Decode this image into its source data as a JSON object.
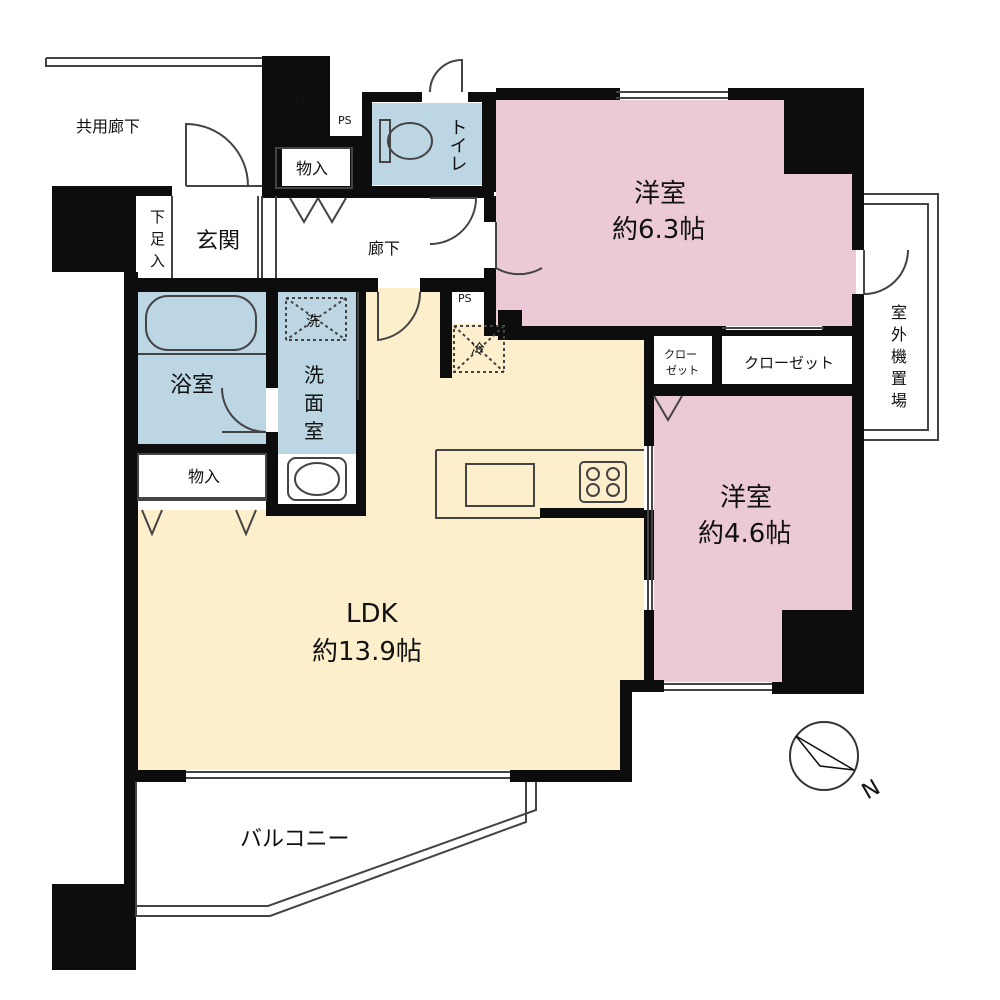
{
  "colors": {
    "wall": "#0d0d0d",
    "bedroom": "#ecc9d6",
    "ldk": "#fdefcc",
    "wet": "#bcd6e4",
    "floor_white": "#ffffff",
    "line": "#444444"
  },
  "rooms": {
    "common_corridor": "共用廊下",
    "mb": "MB",
    "ps_top": "PS",
    "ps_mid": "PS",
    "toilet": "トイレ",
    "storage_top": "物入",
    "entrance": "玄関",
    "shoe_box_1": "下",
    "shoe_box_2": "足",
    "shoe_box_3": "入",
    "hallway": "廊下",
    "bedroom1_name": "洋室",
    "bedroom1_size": "約6.3帖",
    "outdoor_unit_1": "室",
    "outdoor_unit_2": "外",
    "outdoor_unit_3": "機",
    "outdoor_unit_4": "置",
    "outdoor_unit_5": "場",
    "closet_small_1": "クロー",
    "closet_small_2": "ゼット",
    "closet_large": "クローゼット",
    "washer": "洗",
    "fridge": "冷",
    "bathroom": "浴室",
    "washroom_1": "洗",
    "washroom_2": "面",
    "washroom_3": "室",
    "storage_mid": "物入",
    "bedroom2_name": "洋室",
    "bedroom2_size": "約4.6帖",
    "ldk_name": "LDK",
    "ldk_size": "約13.9帖",
    "balcony": "バルコニー"
  },
  "compass": {
    "label": "N",
    "icon": "compass-icon"
  }
}
